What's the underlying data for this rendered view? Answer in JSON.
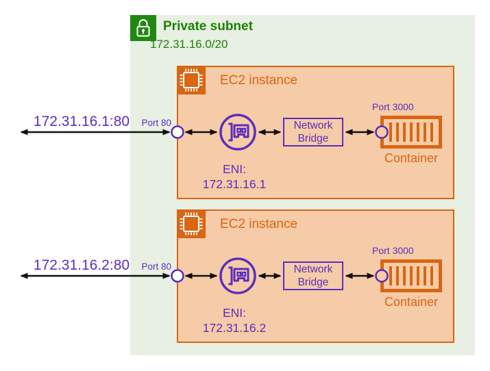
{
  "subnet": {
    "label": "Private subnet",
    "cidr": "172.31.16.0/20",
    "icon": "lock-icon"
  },
  "instances": [
    {
      "title": "EC2 instance",
      "external_endpoint": "172.31.16.1:80",
      "host_port_label": "Port 80",
      "eni_label": "ENI:",
      "eni_ip": "172.31.16.1",
      "bridge_label": "Network Bridge",
      "container_port_label": "Port 3000",
      "container_label": "Container"
    },
    {
      "title": "EC2 instance",
      "external_endpoint": "172.31.16.2:80",
      "host_port_label": "Port 80",
      "eni_label": "ENI:",
      "eni_ip": "172.31.16.2",
      "bridge_label": "Network Bridge",
      "container_port_label": "Port 3000",
      "container_label": "Container"
    }
  ],
  "icons": {
    "subnet": "lock-icon",
    "instance": "microchip-icon",
    "eni": "network-interface-card-icon",
    "container": "container-icon"
  },
  "colors": {
    "subnet_green": "#1d8102",
    "subnet_icon_green": "#218813",
    "subnet_fill": "#e7f0e3",
    "orange": "#d86613",
    "instance_fill": "#f6cba7",
    "purple": "#5a2ebe",
    "arrow": "#111111"
  }
}
